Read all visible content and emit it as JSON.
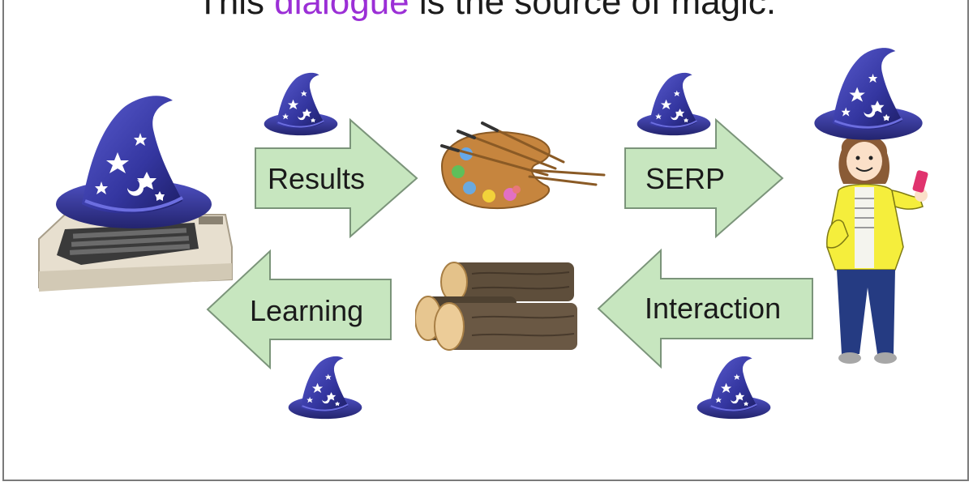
{
  "title": {
    "before": "This ",
    "highlight": "dialogue",
    "after": " is the source of magic."
  },
  "arrows": {
    "results": "Results",
    "serp": "SERP",
    "interaction": "Interaction",
    "learning": "Learning"
  },
  "colors": {
    "arrow_fill": "#c7e6bf",
    "arrow_stroke": "#7b947a",
    "hat": "#3b3ca6",
    "title_highlight": "#9b2fd6"
  }
}
